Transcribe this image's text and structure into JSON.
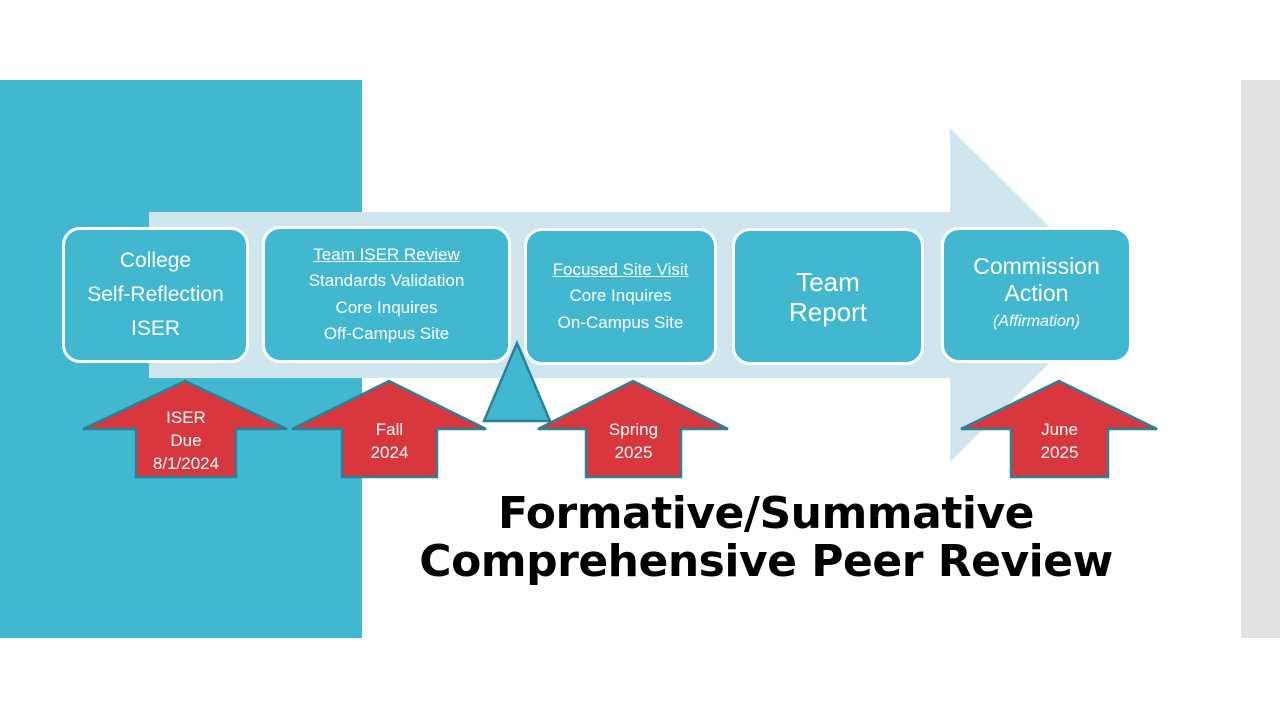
{
  "steps": [
    {
      "lines": [
        "College",
        "Self-Reflection",
        "ISER"
      ]
    },
    {
      "heading": "Team ISER Review",
      "lines": [
        "Standards Validation",
        "Core Inquires",
        "Off-Campus Site"
      ]
    },
    {
      "heading": "Focused Site Visit",
      "lines": [
        "Core Inquires",
        "On-Campus Site"
      ]
    },
    {
      "lines": [
        "Team",
        "Report"
      ]
    },
    {
      "lines": [
        "Commission",
        "Action"
      ],
      "note": "(Affirmation)"
    }
  ],
  "markers": [
    {
      "lines": [
        "ISER",
        "Due",
        "8/1/2024"
      ]
    },
    {
      "lines": [
        "Fall",
        "2024"
      ]
    },
    {
      "lines": [
        "Spring",
        "2025"
      ]
    },
    {
      "lines": [
        "June",
        "2025"
      ]
    }
  ],
  "title": {
    "line1": "Formative/Summative",
    "line2": "Comprehensive Peer Review"
  },
  "colors": {
    "teal": "#41b8d0",
    "arrow_light": "#cfe6ee",
    "marker_red": "#d9373e",
    "marker_outline": "#2f7f96",
    "gray_strip": "#e2e2e2"
  }
}
